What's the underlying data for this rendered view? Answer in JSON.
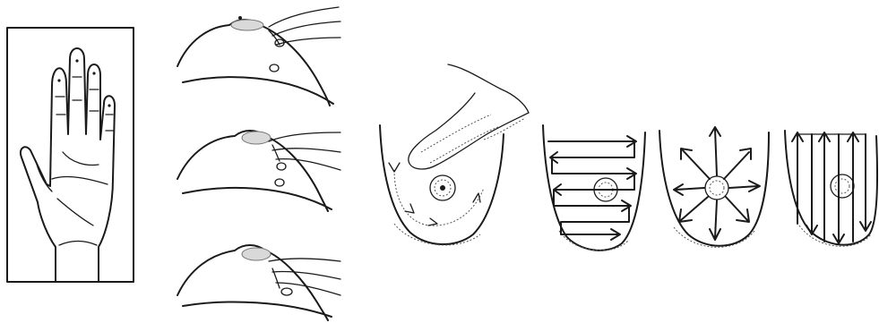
{
  "figure": {
    "panels": [
      {
        "id": "hand",
        "depicts": "palm-of-hand"
      },
      {
        "id": "palpation-side-views",
        "depicts": "finger-pad-pressure-views",
        "count": 3
      },
      {
        "id": "circular-pattern",
        "depicts": "circular-pattern"
      },
      {
        "id": "vertical-strip-pattern",
        "depicts": "lines-pattern"
      },
      {
        "id": "radial-wedge-pattern",
        "depicts": "wedge-pattern"
      },
      {
        "id": "up-down-pattern",
        "depicts": "up-and-down-pattern"
      }
    ],
    "colors": {
      "ink": "#1a1a1a",
      "background": "#ffffff",
      "shading": "#d9d9d9"
    }
  }
}
